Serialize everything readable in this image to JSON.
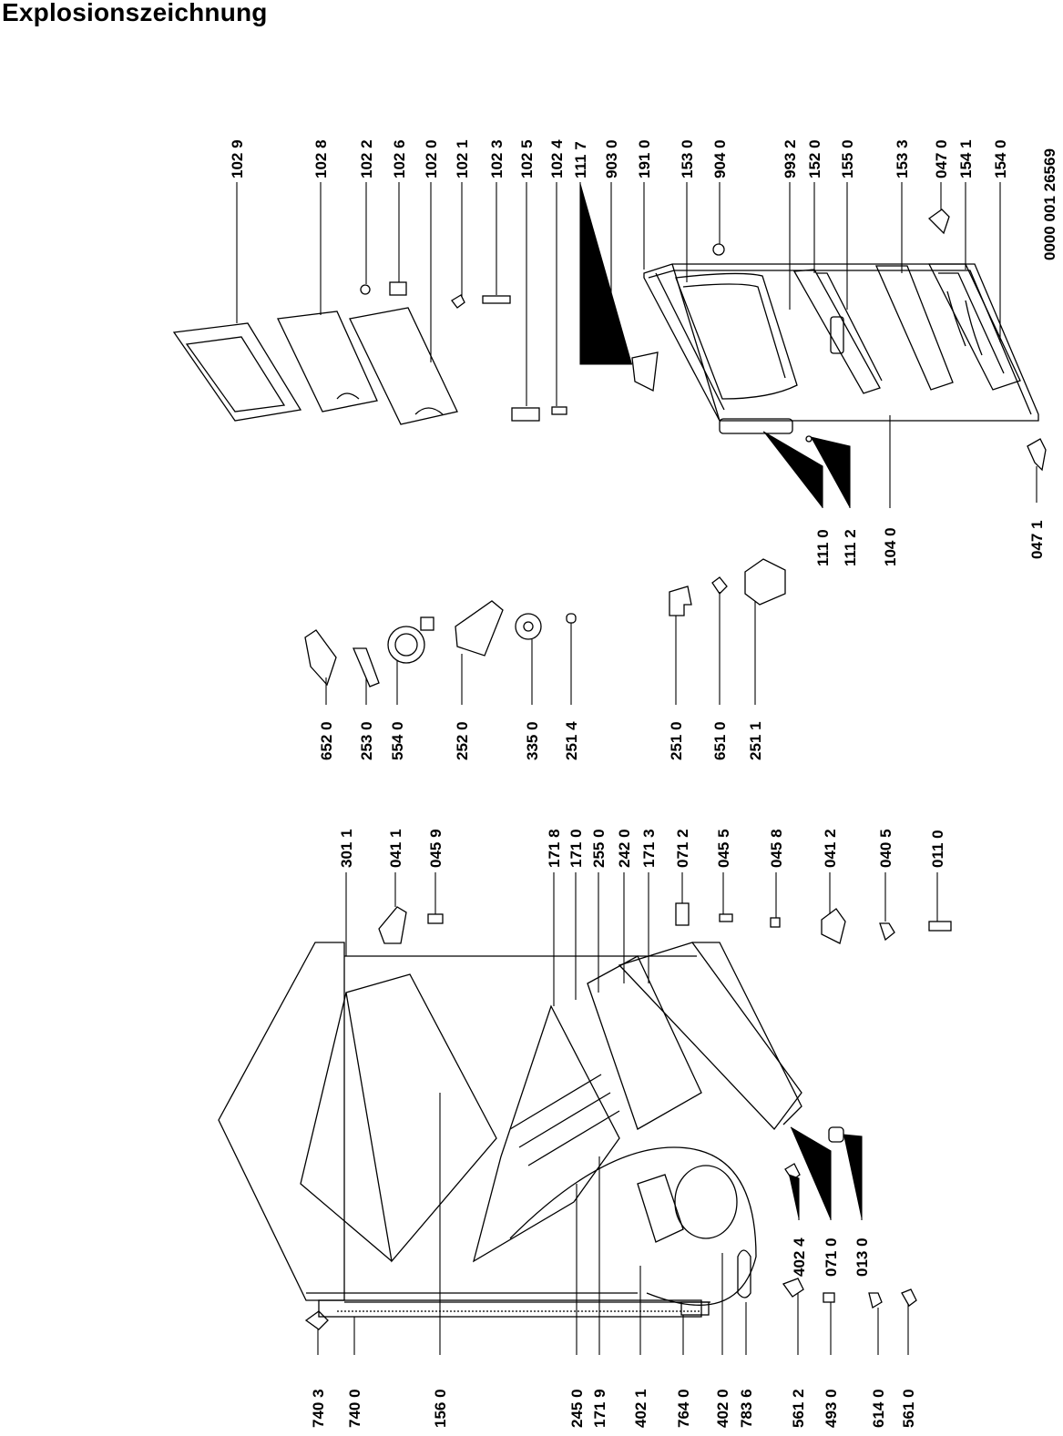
{
  "title": "Explosionszeichnung",
  "drawing_number": "0000 001 26569",
  "parts": {
    "p1029": "102 9",
    "p1028": "102 8",
    "p1022": "102 2",
    "p1026": "102 6",
    "p1020": "102 0",
    "p1021": "102 1",
    "p1023": "102 3",
    "p1025": "102 5",
    "p1024": "102 4",
    "p1117": "111 7",
    "p9030": "903 0",
    "p1910": "191 0",
    "p1530": "153 0",
    "p9040": "904 0",
    "p9932": "993 2",
    "p1520": "152 0",
    "p1550": "155 0",
    "p1533": "153 3",
    "p0470": "047 0",
    "p1541": "154 1",
    "p1540": "154 0",
    "p1110": "111 0",
    "p1112": "111 2",
    "p1040": "104  0",
    "p0471": "047 1",
    "p6520": "652 0",
    "p2530": "253 0",
    "p5540": "554 0",
    "p2520": "252 0",
    "p3350": "335 0",
    "p2514": "251 4",
    "p2510": "251 0",
    "p6510": "651 0",
    "p2511": "251 1",
    "p3011": "301  1",
    "p0411": "041 1",
    "p0459": "045 9",
    "p1718": "171 8",
    "p1710": "171 0",
    "p2550": "255 0",
    "p2420": "242 0",
    "p1713": "171 3",
    "p0712": "071 2",
    "p0455": "045 5",
    "p0458": "045 8",
    "p0412": "041 2",
    "p0405": "040 5",
    "p0110": "011 0",
    "p7403": "740 3",
    "p7400": "740 0",
    "p1560": "156 0",
    "p2450": "245 0",
    "p1719": "171 9",
    "p4021": "402 1",
    "p7640": "764 0",
    "p4020": "402 0",
    "p7836": "783 6",
    "p5612": "561 2",
    "p4930": "493 0",
    "p6140": "614 0",
    "p5610": "561 0",
    "p4024": "402 4",
    "p0710": "071 0",
    "p0130": "013 0"
  }
}
